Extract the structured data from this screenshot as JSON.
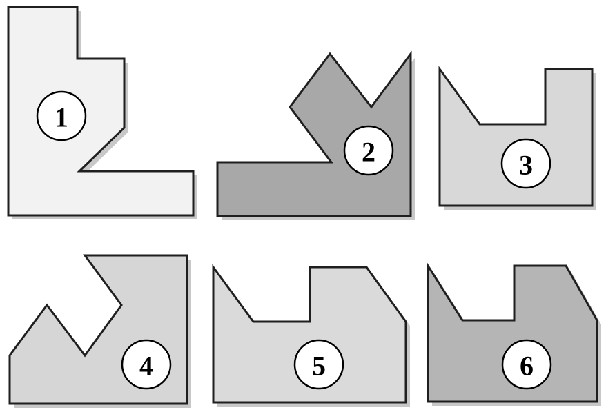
{
  "colors": {
    "background": "#ffffff",
    "outline": "#1f1f1f"
  },
  "shapes": [
    {
      "label": "1",
      "fill": "#f2f2f2"
    },
    {
      "label": "2",
      "fill": "#a8a8a8"
    },
    {
      "label": "3",
      "fill": "#d8d8d8"
    },
    {
      "label": "4",
      "fill": "#d6d6d6"
    },
    {
      "label": "5",
      "fill": "#dadada"
    },
    {
      "label": "6",
      "fill": "#b5b5b5"
    }
  ]
}
